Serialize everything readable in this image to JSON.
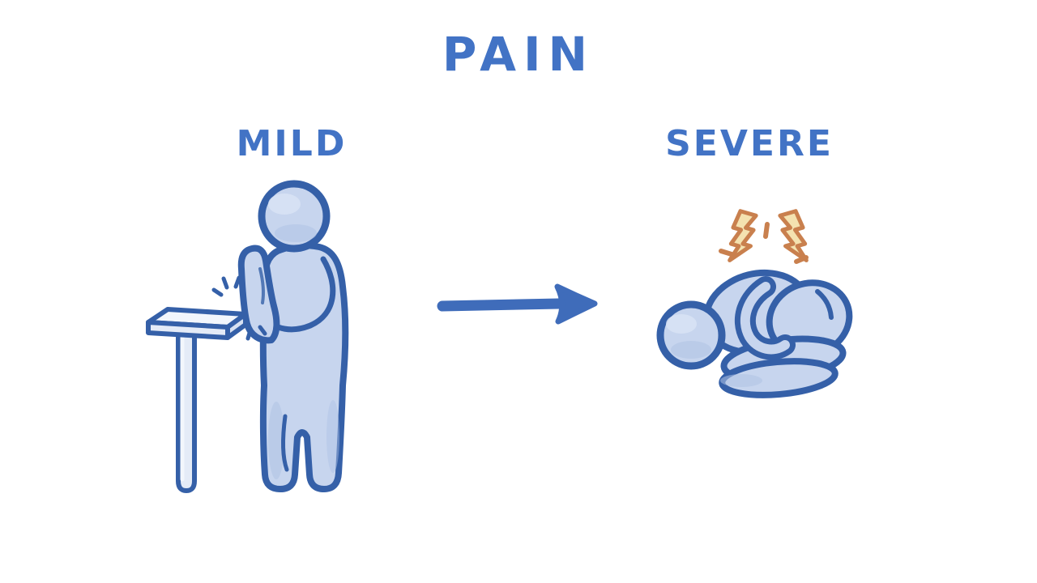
{
  "title": "PAIN",
  "stages": {
    "mild": {
      "label": "MILD",
      "illustration": "person bumping hand on table corner"
    },
    "severe": {
      "label": "SEVERE",
      "illustration": "person curled up on ground with pain bolts"
    }
  },
  "arrow": {
    "icon": "arrow-right-icon"
  },
  "colors": {
    "background": "#ffffff",
    "text": "#4273c5",
    "ink": "#3560a8",
    "fill-light": "#c7d5ee",
    "fill-lighter": "#d8e3f5",
    "fill-shade": "#aec2e4",
    "surface": "#f2f6fc",
    "surface-mid": "#e4ebf7",
    "surface-dark": "#d7e1f2",
    "arrow": "#3f6cba",
    "bolt-fill": "#f4e2b0",
    "bolt-stroke": "#c9804e"
  }
}
